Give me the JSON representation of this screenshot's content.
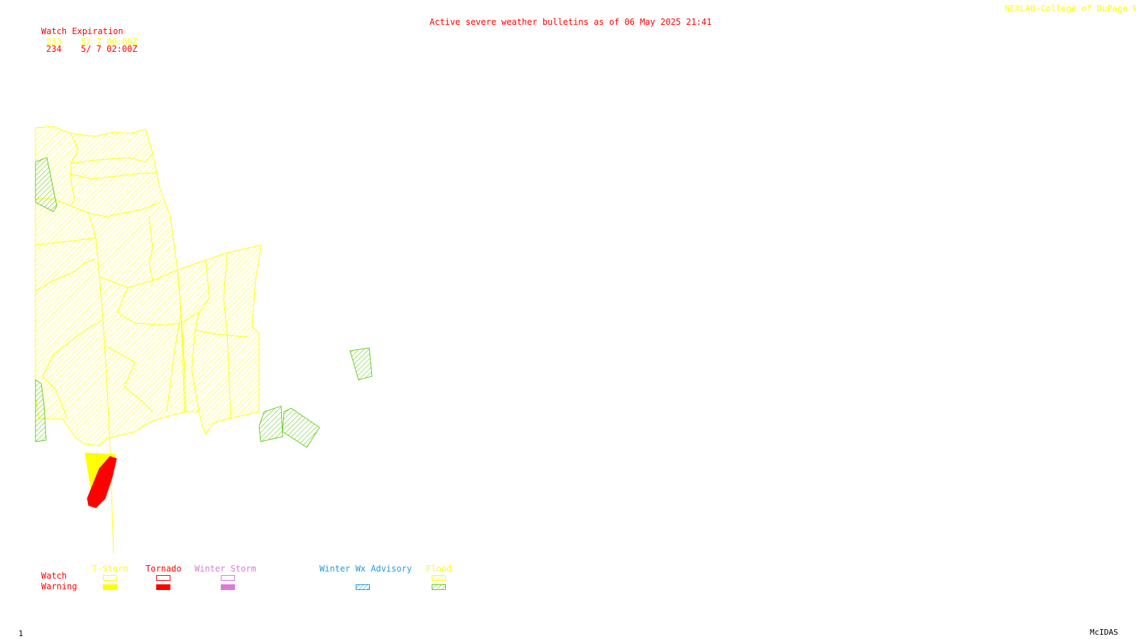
{
  "header": {
    "title": "Active severe weather bulletins as of 06 May 2025 21:41",
    "credit": "NEXLAB-College of DuPage R"
  },
  "watch_expiration": {
    "heading": "Watch Expiration",
    "rows": [
      {
        "number": "233",
        "expires": "5/ 7 00:00Z",
        "color": "#ffff00"
      },
      {
        "number": "234",
        "expires": "5/ 7 02:00Z",
        "color": "#ff0000"
      }
    ]
  },
  "legend": {
    "row_labels": {
      "watch": "Watch",
      "warning": "Warning"
    },
    "categories": [
      {
        "id": "tstorm",
        "label": "T-Storm",
        "color": "#ffff00"
      },
      {
        "id": "tornado",
        "label": "Tornado",
        "color": "#ff0000"
      },
      {
        "id": "winter-storm",
        "label": "Winter Storm",
        "color": "#dd77dd"
      },
      {
        "id": "winter-adv",
        "label": "Winter Wx Advisory",
        "color": "#2299dd"
      },
      {
        "id": "flood",
        "label": "Flood",
        "color": "#ffff00",
        "warning_color": "#66cc22"
      }
    ]
  },
  "footer": {
    "frame": "1",
    "software": "McIDAS"
  },
  "colors": {
    "background": "#ffffff",
    "title": "#ff0000",
    "tstorm_watch": "#ffff00",
    "tornado_watch": "#ff0000",
    "flood_warning": "#66cc22"
  }
}
